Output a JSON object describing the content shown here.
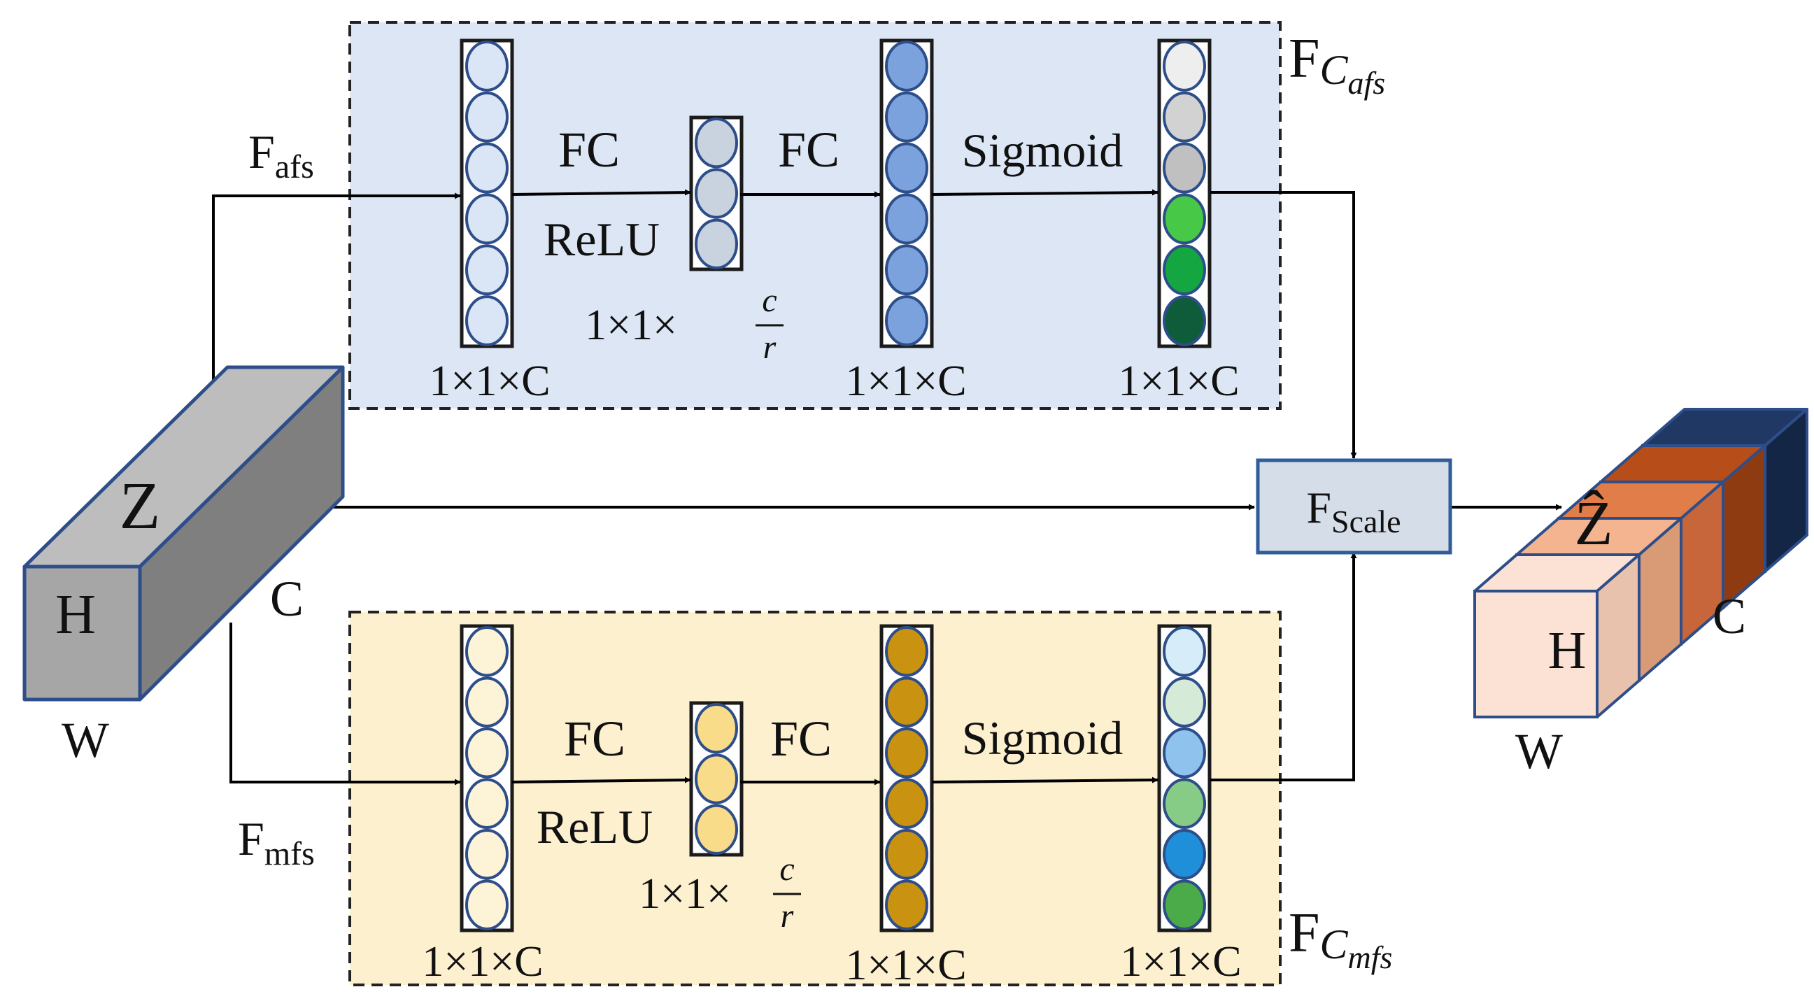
{
  "input_tensor": {
    "name": "Z",
    "dims": {
      "height": "H",
      "width": "W",
      "channels": "C"
    },
    "color": "#a6a6a6"
  },
  "output_tensor": {
    "name": "Ẑ",
    "dims": {
      "height": "H",
      "width": "W",
      "channels": "C"
    },
    "slice_colors": [
      "#fbe2d4",
      "#f3b48f",
      "#e07d48",
      "#b74d18",
      "#1f3864"
    ]
  },
  "afs_branch": {
    "input_label_main": "F",
    "input_label_sub": "afs",
    "box_label_main": "F",
    "box_label_sub_main": "C",
    "box_label_sub_sub": "afs",
    "background": "#dce6f4",
    "fc1_label": "FC",
    "act1_label": "ReLU",
    "fc2_label": "FC",
    "act2_label": "Sigmoid",
    "vector1_label": "1×1×C",
    "vector2_label_prefix": "1×1×",
    "vector2_num": "c",
    "vector2_den": "r",
    "vector3_label": "1×1×C",
    "vector4_label": "1×1×C",
    "vector1_colors": [
      "#dae5f5",
      "#dae5f5",
      "#dae5f5",
      "#dae5f5",
      "#dae5f5",
      "#dae5f5"
    ],
    "vector2_colors": [
      "#c9d3df",
      "#c9d3df",
      "#c9d3df"
    ],
    "vector3_colors": [
      "#7ba2dc",
      "#7ba2dc",
      "#7ba2dc",
      "#7ba2dc",
      "#7ba2dc",
      "#7ba2dc"
    ],
    "vector4_colors": [
      "#eeeeee",
      "#d2d2d2",
      "#c0c0c0",
      "#47c846",
      "#14a640",
      "#0e5c3a"
    ]
  },
  "mfs_branch": {
    "input_label_main": "F",
    "input_label_sub": "mfs",
    "box_label_main": "F",
    "box_label_sub_main": "C",
    "box_label_sub_sub": "mfs",
    "background": "#fdf0cf",
    "fc1_label": "FC",
    "act1_label": "ReLU",
    "fc2_label": "FC",
    "act2_label": "Sigmoid",
    "vector1_label": "1×1×C",
    "vector2_label_prefix": "1×1×",
    "vector2_num": "c",
    "vector2_den": "r",
    "vector3_label": "1×1×C",
    "vector4_label": "1×1×C",
    "vector1_colors": [
      "#fdf3d6",
      "#fdf3d6",
      "#fdf3d6",
      "#fdf3d6",
      "#fdf3d6",
      "#fdf3d6"
    ],
    "vector2_colors": [
      "#f9dc8a",
      "#f9dc8a",
      "#f9dc8a"
    ],
    "vector3_colors": [
      "#c99210",
      "#c99210",
      "#c99210",
      "#c99210",
      "#c99210",
      "#c99210"
    ],
    "vector4_colors": [
      "#d6ecf8",
      "#d5ead7",
      "#8fc3ee",
      "#86cc86",
      "#1e8fd8",
      "#4aab48"
    ]
  },
  "scale_node": {
    "label_main": "F",
    "label_sub": "Scale",
    "color": "#d5dde8"
  }
}
